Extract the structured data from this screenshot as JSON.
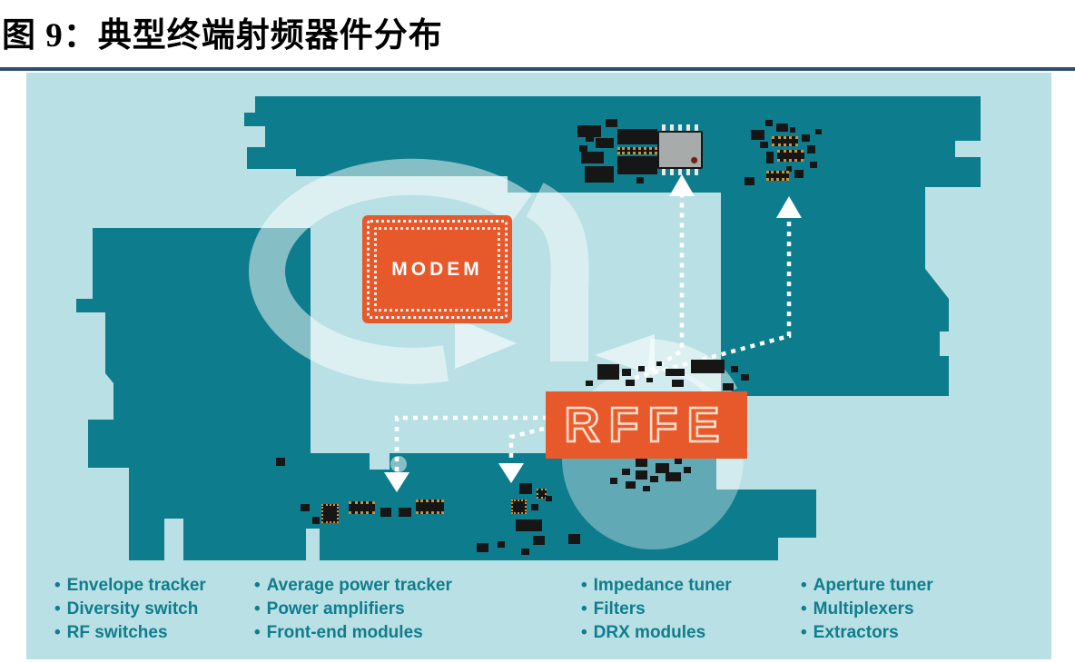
{
  "figure": {
    "title": "图 9：典型终端射频器件分布"
  },
  "diagram": {
    "modem_label": "MODEM",
    "rffe_label": "RFFE",
    "colors": {
      "panel_background": "#b9e0e5",
      "board_teal": "#0d7c8d",
      "chip_orange": "#e7592a",
      "component_black": "#161616",
      "legend_text": "#0f7d8d",
      "title_rule": "#2e4d71",
      "arrow_white": "#ffffff"
    }
  },
  "legend": {
    "bullet": "•",
    "columns": [
      {
        "items": [
          "Envelope tracker",
          "Diversity switch",
          "RF switches"
        ]
      },
      {
        "items": [
          "Average power tracker",
          "Power amplifiers",
          "Front-end modules"
        ]
      },
      {
        "items": [
          "Impedance tuner",
          "Filters",
          "DRX modules"
        ]
      },
      {
        "items": [
          "Aperture tuner",
          "Multiplexers",
          "Extractors"
        ]
      }
    ]
  },
  "illustration": {
    "clusters": [
      {
        "name": "top-left-cluster",
        "rects": [
          [
            607,
            58,
            26,
            13,
            "b"
          ],
          [
            638,
            51,
            13,
            9,
            "b"
          ],
          [
            651,
            62,
            44,
            17,
            "b"
          ],
          [
            651,
            82,
            44,
            8,
            "g"
          ],
          [
            651,
            92,
            44,
            20,
            "b"
          ],
          [
            616,
            69,
            9,
            7,
            "b"
          ],
          [
            627,
            72,
            20,
            11,
            "b"
          ],
          [
            609,
            80,
            9,
            7,
            "b"
          ],
          [
            611,
            87,
            25,
            13,
            "b"
          ],
          [
            615,
            103,
            32,
            18,
            "b"
          ],
          [
            672,
            115,
            8,
            7,
            "b"
          ]
        ]
      },
      {
        "name": "top-right-cluster",
        "rects": [
          [
            798,
            63,
            15,
            11,
            "b"
          ],
          [
            814,
            52,
            8,
            7,
            "b"
          ],
          [
            826,
            56,
            13,
            9,
            "b"
          ],
          [
            841,
            60,
            6,
            6,
            "b"
          ],
          [
            808,
            76,
            9,
            7,
            "b"
          ],
          [
            821,
            70,
            29,
            11,
            "g"
          ],
          [
            854,
            68,
            9,
            8,
            "b"
          ],
          [
            815,
            87,
            8,
            13,
            "b"
          ],
          [
            827,
            85,
            29,
            13,
            "g"
          ],
          [
            849,
            88,
            8,
            7,
            "b"
          ],
          [
            860,
            80,
            9,
            9,
            "b"
          ],
          [
            837,
            103,
            6,
            6,
            "b"
          ],
          [
            815,
            108,
            25,
            11,
            "g"
          ],
          [
            846,
            107,
            10,
            9,
            "b"
          ],
          [
            863,
            98,
            8,
            7,
            "b"
          ],
          [
            791,
            115,
            11,
            9,
            "b"
          ],
          [
            869,
            62,
            7,
            6,
            "b"
          ]
        ]
      },
      {
        "name": "rffe-top-cluster",
        "rects": [
          [
            629,
            321,
            24,
            17,
            "b"
          ],
          [
            656,
            326,
            10,
            8,
            "b"
          ],
          [
            660,
            338,
            10,
            7,
            "b"
          ],
          [
            674,
            323,
            7,
            6,
            "b"
          ],
          [
            683,
            336,
            7,
            5,
            "b"
          ],
          [
            694,
            318,
            6,
            5,
            "b"
          ],
          [
            704,
            326,
            21,
            8,
            "b"
          ],
          [
            711,
            338,
            13,
            8,
            "b"
          ],
          [
            732,
            316,
            37,
            15,
            "b"
          ],
          [
            776,
            323,
            8,
            7,
            "b"
          ],
          [
            767,
            342,
            12,
            8,
            "b"
          ],
          [
            787,
            332,
            9,
            7,
            "b"
          ],
          [
            616,
            339,
            8,
            6,
            "b"
          ]
        ]
      },
      {
        "name": "rffe-bottom-cluster",
        "rects": [
          [
            671,
            424,
            13,
            10,
            "b"
          ],
          [
            693,
            430,
            15,
            11,
            "b"
          ],
          [
            714,
            423,
            8,
            8,
            "b"
          ],
          [
            656,
            436,
            9,
            7,
            "b"
          ],
          [
            671,
            438,
            13,
            10,
            "b"
          ],
          [
            687,
            444,
            9,
            7,
            "b"
          ],
          [
            704,
            440,
            17,
            10,
            "b"
          ],
          [
            724,
            434,
            8,
            7,
            "b"
          ],
          [
            643,
            446,
            8,
            7,
            "b"
          ],
          [
            660,
            450,
            11,
            8,
            "b"
          ],
          [
            679,
            455,
            8,
            6,
            "b"
          ]
        ]
      },
      {
        "name": "bottom-left-cluster",
        "rects": [
          [
            275,
            424,
            10,
            9,
            "b"
          ],
          [
            302,
            475,
            10,
            8,
            "b"
          ],
          [
            315,
            489,
            8,
            8,
            "b"
          ],
          [
            325,
            475,
            19,
            21,
            "o"
          ],
          [
            355,
            472,
            29,
            14,
            "g"
          ],
          [
            390,
            479,
            12,
            10,
            "b"
          ],
          [
            410,
            479,
            14,
            10,
            "b"
          ],
          [
            429,
            470,
            31,
            16,
            "g"
          ]
        ]
      },
      {
        "name": "bottom-mid-cluster",
        "rects": [
          [
            543,
            452,
            14,
            12,
            "b"
          ],
          [
            562,
            458,
            11,
            11,
            "o"
          ],
          [
            534,
            470,
            17,
            16,
            "o"
          ],
          [
            556,
            475,
            8,
            7,
            "b"
          ],
          [
            539,
            492,
            29,
            13,
            "b"
          ],
          [
            558,
            510,
            13,
            10,
            "b"
          ],
          [
            597,
            508,
            13,
            11,
            "b"
          ],
          [
            496,
            518,
            13,
            10,
            "b"
          ],
          [
            519,
            516,
            8,
            7,
            "b"
          ],
          [
            572,
            466,
            7,
            6,
            "b"
          ],
          [
            545,
            524,
            9,
            7,
            "b"
          ]
        ]
      }
    ]
  }
}
